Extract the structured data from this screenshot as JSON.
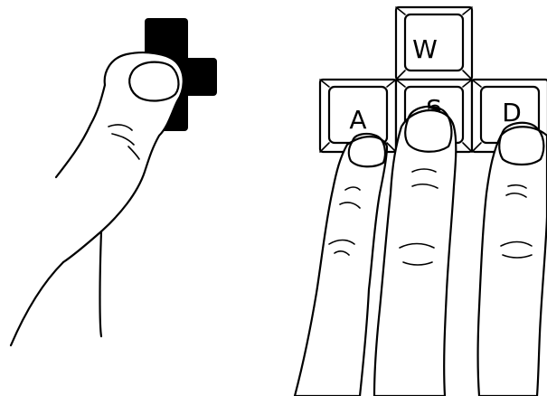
{
  "keys": {
    "w": "W",
    "a": "A",
    "s": "S",
    "d": "D"
  },
  "colors": {
    "ink": "#000000",
    "paper": "#ffffff"
  }
}
